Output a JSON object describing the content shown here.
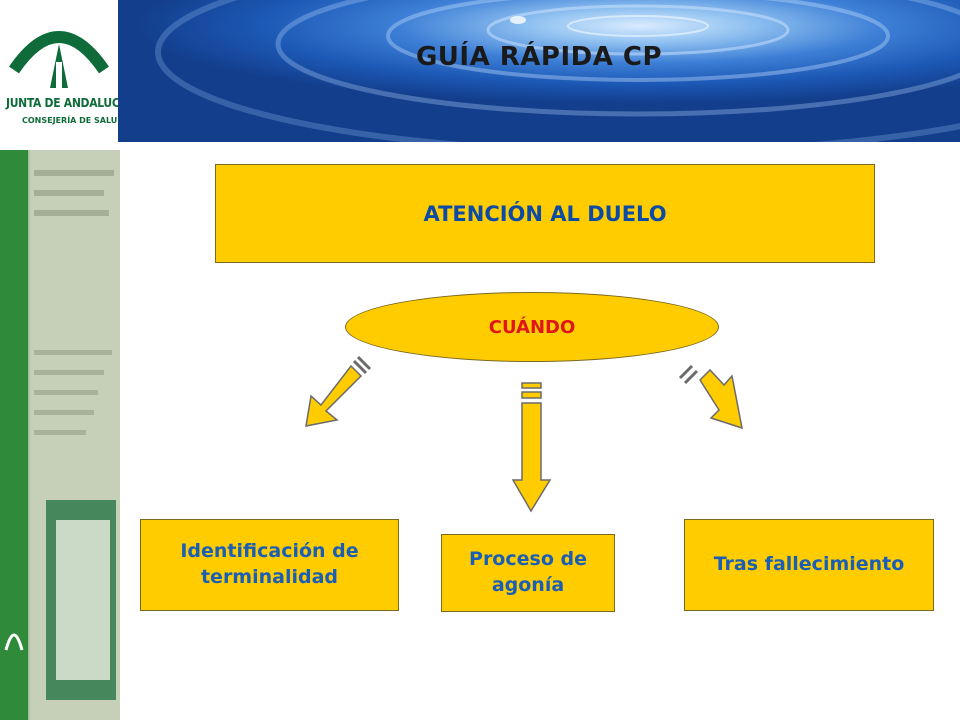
{
  "header": {
    "title": "GUÍA RÁPIDA CP",
    "logo_line1": "JUNTA DE ANDALUCÍA",
    "logo_line2": "CONSEJERÍA DE SALUD"
  },
  "diagram": {
    "main_box": "ATENCIÓN AL DUELO",
    "ellipse": "CUÁNDO",
    "nodes": [
      {
        "label": "Identificación de terminalidad"
      },
      {
        "label": "Proceso de agonía"
      },
      {
        "label": "Tras fallecimiento"
      }
    ]
  },
  "colors": {
    "box_fill": "#ffcc00",
    "title_text": "#0b4aa5",
    "ellipse_text": "#e0151b"
  }
}
